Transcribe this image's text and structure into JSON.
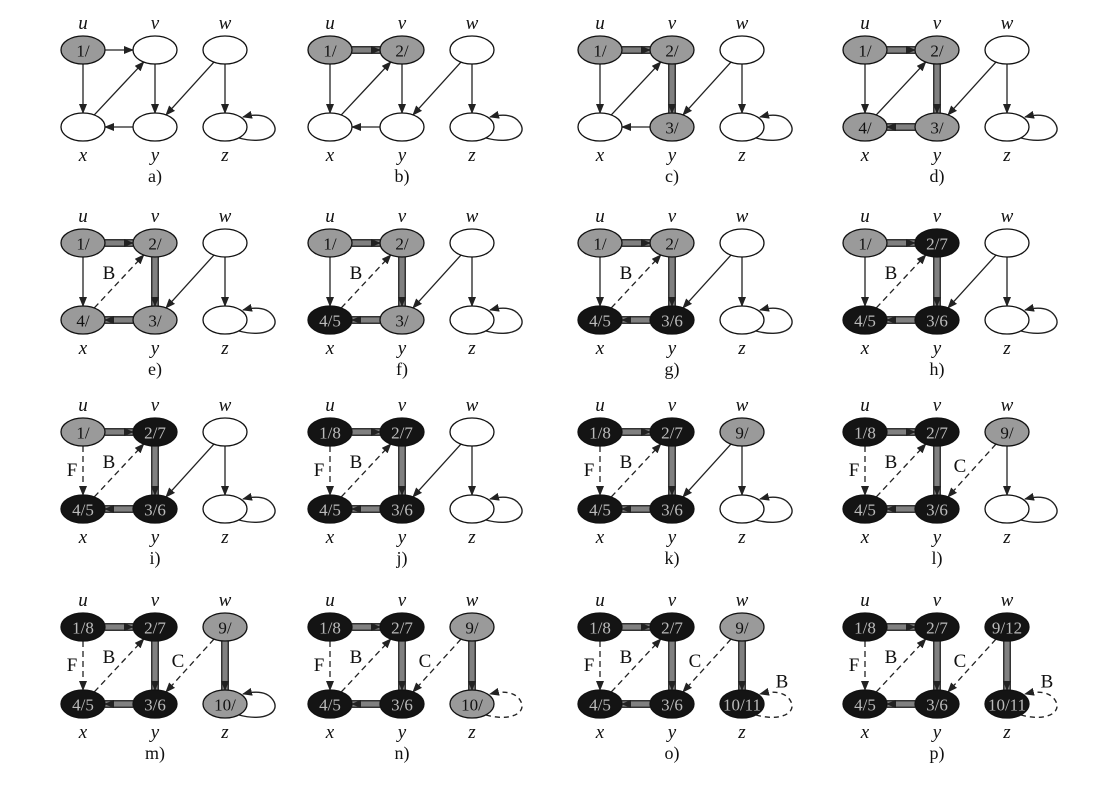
{
  "colors": {
    "white": "#ffffff",
    "gray": "#9a9a9a",
    "black": "#141414",
    "edge": "#222222",
    "tree": "#808080"
  },
  "graph": {
    "nodes": [
      "u",
      "v",
      "w",
      "x",
      "y",
      "z"
    ],
    "edges": [
      [
        "u",
        "v"
      ],
      [
        "u",
        "x"
      ],
      [
        "x",
        "v"
      ],
      [
        "v",
        "y"
      ],
      [
        "y",
        "x"
      ],
      [
        "w",
        "y"
      ],
      [
        "w",
        "z"
      ],
      [
        "z",
        "z"
      ]
    ]
  },
  "panels": [
    {
      "label": "a)",
      "text": [
        "1/",
        "",
        "",
        "",
        "",
        ""
      ],
      "color": [
        "gray",
        "white",
        "white",
        "white",
        "white",
        "white"
      ],
      "edges": [
        "",
        "",
        "",
        "",
        "",
        "",
        "",
        ""
      ]
    },
    {
      "label": "b)",
      "text": [
        "1/",
        "2/",
        "",
        "",
        "",
        ""
      ],
      "color": [
        "gray",
        "gray",
        "white",
        "white",
        "white",
        "white"
      ],
      "edges": [
        "T",
        "",
        "",
        "",
        "",
        "",
        "",
        ""
      ]
    },
    {
      "label": "c)",
      "text": [
        "1/",
        "2/",
        "",
        "",
        "3/",
        ""
      ],
      "color": [
        "gray",
        "gray",
        "white",
        "white",
        "gray",
        "white"
      ],
      "edges": [
        "T",
        "",
        "",
        "T",
        "",
        "",
        "",
        ""
      ]
    },
    {
      "label": "d)",
      "text": [
        "1/",
        "2/",
        "",
        "4/",
        "3/",
        ""
      ],
      "color": [
        "gray",
        "gray",
        "white",
        "gray",
        "gray",
        "white"
      ],
      "edges": [
        "T",
        "",
        "",
        "T",
        "T",
        "",
        "",
        ""
      ]
    },
    {
      "label": "e)",
      "text": [
        "1/",
        "2/",
        "",
        "4/",
        "3/",
        ""
      ],
      "color": [
        "gray",
        "gray",
        "white",
        "gray",
        "gray",
        "white"
      ],
      "edges": [
        "T",
        "",
        "B",
        "T",
        "T",
        "",
        "",
        ""
      ]
    },
    {
      "label": "f)",
      "text": [
        "1/",
        "2/",
        "",
        "4/5",
        "3/",
        ""
      ],
      "color": [
        "gray",
        "gray",
        "white",
        "black",
        "gray",
        "white"
      ],
      "edges": [
        "T",
        "",
        "B",
        "T",
        "T",
        "",
        "",
        ""
      ]
    },
    {
      "label": "g)",
      "text": [
        "1/",
        "2/",
        "",
        "4/5",
        "3/6",
        ""
      ],
      "color": [
        "gray",
        "gray",
        "white",
        "black",
        "black",
        "white"
      ],
      "edges": [
        "T",
        "",
        "B",
        "T",
        "T",
        "",
        "",
        ""
      ]
    },
    {
      "label": "h)",
      "text": [
        "1/",
        "2/7",
        "",
        "4/5",
        "3/6",
        ""
      ],
      "color": [
        "gray",
        "black",
        "white",
        "black",
        "black",
        "white"
      ],
      "edges": [
        "T",
        "",
        "B",
        "T",
        "T",
        "",
        "",
        ""
      ]
    },
    {
      "label": "i)",
      "text": [
        "1/",
        "2/7",
        "",
        "4/5",
        "3/6",
        ""
      ],
      "color": [
        "gray",
        "black",
        "white",
        "black",
        "black",
        "white"
      ],
      "edges": [
        "T",
        "F",
        "B",
        "T",
        "T",
        "",
        "",
        ""
      ]
    },
    {
      "label": "j)",
      "text": [
        "1/8",
        "2/7",
        "",
        "4/5",
        "3/6",
        ""
      ],
      "color": [
        "black",
        "black",
        "white",
        "black",
        "black",
        "white"
      ],
      "edges": [
        "T",
        "F",
        "B",
        "T",
        "T",
        "",
        "",
        ""
      ]
    },
    {
      "label": "k)",
      "text": [
        "1/8",
        "2/7",
        "9/",
        "4/5",
        "3/6",
        ""
      ],
      "color": [
        "black",
        "black",
        "gray",
        "black",
        "black",
        "white"
      ],
      "edges": [
        "T",
        "F",
        "B",
        "T",
        "T",
        "",
        "",
        ""
      ]
    },
    {
      "label": "l)",
      "text": [
        "1/8",
        "2/7",
        "9/",
        "4/5",
        "3/6",
        ""
      ],
      "color": [
        "black",
        "black",
        "gray",
        "black",
        "black",
        "white"
      ],
      "edges": [
        "T",
        "F",
        "B",
        "T",
        "T",
        "C",
        "",
        ""
      ]
    },
    {
      "label": "m)",
      "text": [
        "1/8",
        "2/7",
        "9/",
        "4/5",
        "3/6",
        "10/"
      ],
      "color": [
        "black",
        "black",
        "gray",
        "black",
        "black",
        "gray"
      ],
      "edges": [
        "T",
        "F",
        "B",
        "T",
        "T",
        "C",
        "T",
        ""
      ]
    },
    {
      "label": "n)",
      "text": [
        "1/8",
        "2/7",
        "9/",
        "4/5",
        "3/6",
        "10/"
      ],
      "color": [
        "black",
        "black",
        "gray",
        "black",
        "black",
        "gray"
      ],
      "edges": [
        "T",
        "F",
        "B",
        "T",
        "T",
        "C",
        "T",
        "-"
      ]
    },
    {
      "label": "o)",
      "text": [
        "1/8",
        "2/7",
        "9/",
        "4/5",
        "3/6",
        "10/11"
      ],
      "color": [
        "black",
        "black",
        "gray",
        "black",
        "black",
        "black"
      ],
      "edges": [
        "T",
        "F",
        "B",
        "T",
        "T",
        "C",
        "T",
        "B"
      ]
    },
    {
      "label": "p)",
      "text": [
        "1/8",
        "2/7",
        "9/12",
        "4/5",
        "3/6",
        "10/11"
      ],
      "color": [
        "black",
        "black",
        "black",
        "black",
        "black",
        "black"
      ],
      "edges": [
        "T",
        "F",
        "B",
        "T",
        "T",
        "C",
        "T",
        "B"
      ]
    }
  ]
}
